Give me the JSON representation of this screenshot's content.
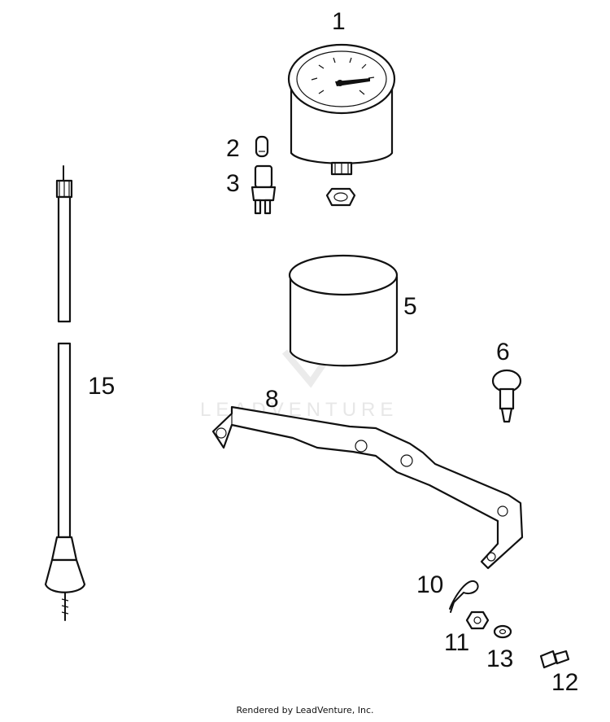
{
  "diagram": {
    "callouts": [
      "1",
      "2",
      "3",
      "5",
      "6",
      "8",
      "10",
      "11",
      "12",
      "13",
      "15"
    ],
    "watermark": "LEADVENTURE",
    "footer": "Rendered by LeadVenture, Inc."
  },
  "icons": {
    "watermark_logo": "leadventure-logo-icon"
  }
}
